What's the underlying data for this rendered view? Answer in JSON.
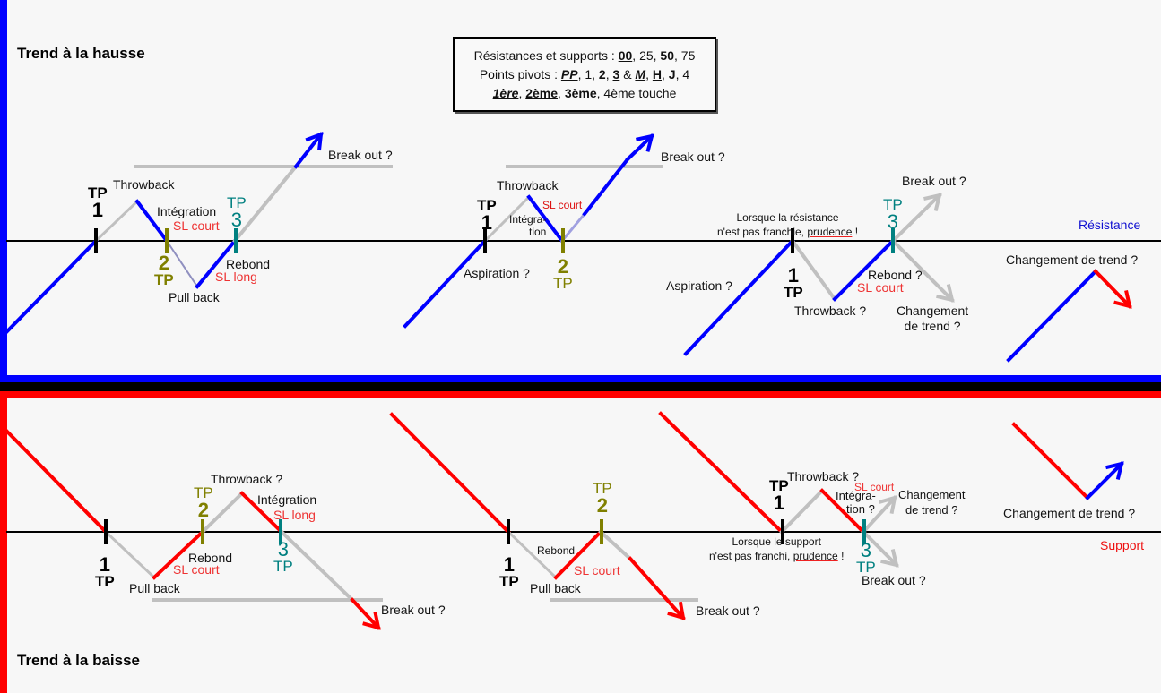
{
  "colors": {
    "background": "#f7f7f7",
    "uptrend": "#0000ff",
    "downtrend": "#ff0000",
    "neutral": "#c0c0c0",
    "level_line": "#000000",
    "tp1": "#000000",
    "tp2": "#808000",
    "tp3": "#008080",
    "stop_loss_text": "#ee3333",
    "divider": "#000000"
  },
  "panels": {
    "up": {
      "title": "Trend à la hausse",
      "level_label": "Résistance"
    },
    "down": {
      "title": "Trend à la baisse",
      "level_label": "Support"
    }
  },
  "legend": {
    "line1": {
      "prefix": "Résistances et supports : ",
      "items": [
        "00",
        "25",
        "50",
        "75"
      ]
    },
    "line2": {
      "prefix": "Points pivots : ",
      "items": [
        "PP",
        "1",
        "2",
        "3",
        "&",
        "M",
        "H",
        "J",
        "4"
      ]
    },
    "line3": {
      "items": [
        "1ère",
        "2ème",
        "3ème",
        "4ème touche"
      ]
    }
  },
  "tp": {
    "prefix": "TP",
    "n1": "1",
    "n2": "2",
    "n3": "3"
  },
  "labels": {
    "up1": {
      "throwback": "Throwback",
      "integration": "Intégration",
      "sl_court": "SL court",
      "rebond": "Rebond",
      "sl_long": "SL long",
      "pullback": "Pull back",
      "breakout": "Break out ?"
    },
    "up2": {
      "throwback": "Throwback",
      "sl_court": "SL court",
      "integration_1": "Intégra-",
      "integration_2": "tion",
      "aspiration": "Aspiration ?",
      "breakout": "Break out ?"
    },
    "up3": {
      "note_1": "Lorsque la résistance",
      "note_2_a": "n'est pas franchie, ",
      "note_2_b": "prudence",
      "note_2_c": " !",
      "aspiration": "Aspiration ?",
      "throwback": "Throwback ?",
      "rebond": "Rebond ?",
      "sl_court": "SL court",
      "breakout": "Break out ?",
      "change_1": "Changement",
      "change_2": "de trend ?"
    },
    "up4": {
      "change": "Changement de trend ?"
    },
    "down1": {
      "throwback": "Throwback ?",
      "integration": "Intégration",
      "sl_long": "SL long",
      "rebond": "Rebond",
      "sl_court": "SL court",
      "pullback": "Pull back",
      "breakout": "Break out ?"
    },
    "down2": {
      "rebond": "Rebond",
      "sl_court": "SL court",
      "pullback": "Pull back",
      "breakout": "Break out ?"
    },
    "down3": {
      "throwback": "Throwback ?",
      "sl_court": "SL court",
      "integration_1": "Intégra-",
      "integration_2": "tion ?",
      "change_1": "Changement",
      "change_2": "de trend ?",
      "note_1": "Lorsque le support",
      "note_2_a": "n'est pas franchi, ",
      "note_2_b": "prudence",
      "note_2_c": " !",
      "breakout": "Break out ?"
    },
    "down4": {
      "change": "Changement de trend ?"
    }
  }
}
